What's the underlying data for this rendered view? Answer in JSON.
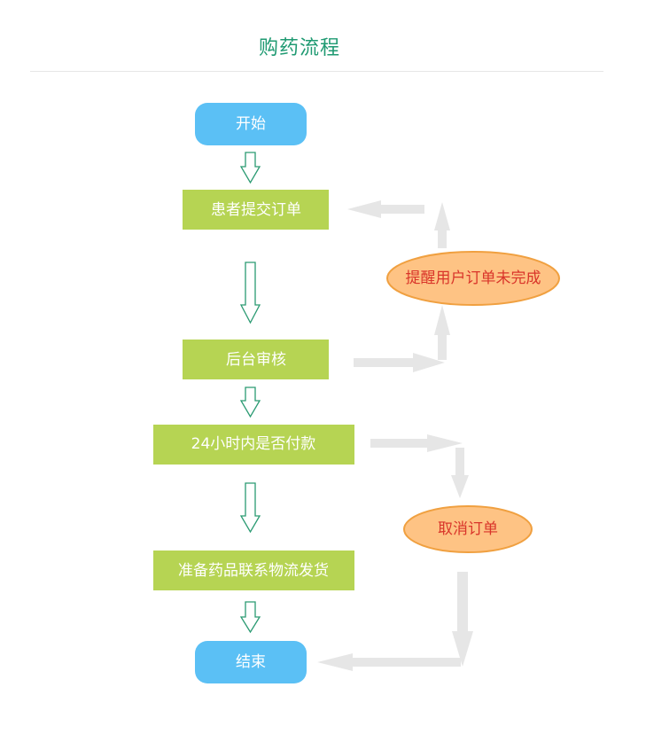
{
  "title": "购药流程",
  "colors": {
    "terminal": "#5bc0f5",
    "process": "#b6d453",
    "oval_fill": "#fec384",
    "oval_stroke": "#f0a040",
    "oval_text": "#d9352a",
    "flow_arrow": "#2a9a72",
    "side_arrow": "#e6e6e6",
    "title": "#1f9a72"
  },
  "nodes": {
    "start": "开始",
    "submit": "患者提交订单",
    "review": "后台审核",
    "payment": "24小时内是否付款",
    "ship": "准备药品联系物流发货",
    "end": "结束",
    "remind": "提醒用户订单未完成",
    "cancel": "取消订单"
  }
}
